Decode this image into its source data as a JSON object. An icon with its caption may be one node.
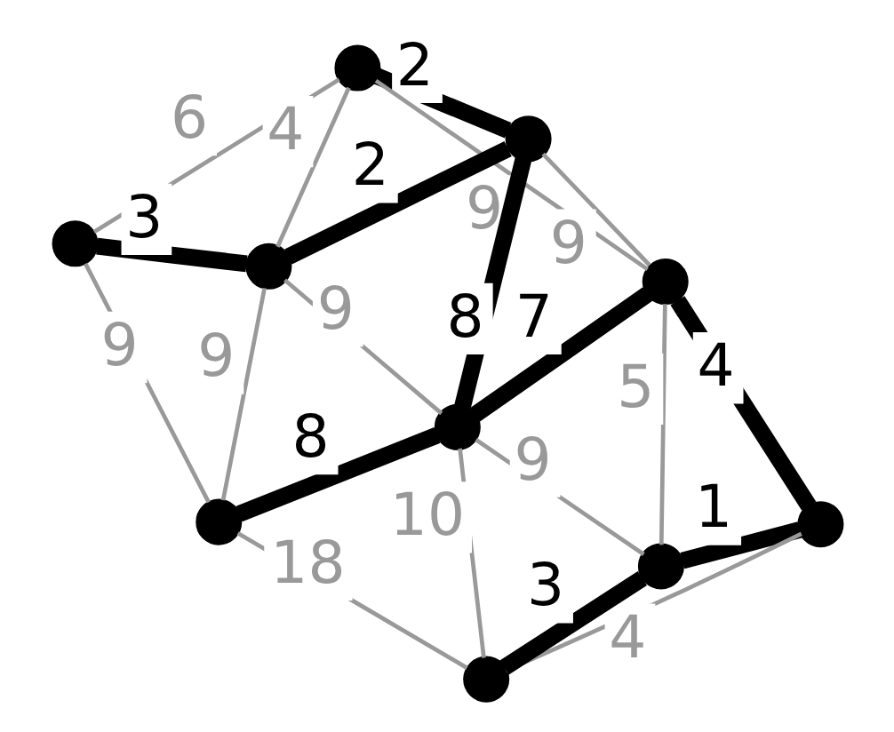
{
  "diagram": {
    "nodes": [
      {
        "text": [],
        "shape": "circle"
      },
      {
        "text": [],
        "shape": "circle"
      },
      {
        "text": [],
        "shape": "circle"
      },
      {
        "text": [],
        "shape": "circle"
      },
      {
        "text": [],
        "shape": "circle"
      },
      {
        "text": [],
        "shape": "circle"
      },
      {
        "text": [],
        "shape": "circle"
      },
      {
        "text": [],
        "shape": "circle"
      },
      {
        "text": [],
        "shape": "circle"
      },
      {
        "text": [],
        "shape": "circle"
      }
    ],
    "edges": [
      {
        "from": 1,
        "to": 3,
        "arrow": "none",
        "label": "2",
        "style": "thick",
        "color": "#000000"
      },
      {
        "from": 3,
        "to": 2,
        "arrow": "none",
        "label": "2",
        "style": "thick",
        "color": "#000000"
      },
      {
        "from": 2,
        "to": 0,
        "arrow": "none",
        "label": "3",
        "style": "thick",
        "color": "#000000"
      },
      {
        "from": 3,
        "to": 6,
        "arrow": "none",
        "label": "8",
        "style": "thick",
        "color": "#000000"
      },
      {
        "from": 5,
        "to": 6,
        "arrow": "none",
        "label": "7",
        "style": "thick",
        "color": "#000000"
      },
      {
        "from": 5,
        "to": 7,
        "arrow": "none",
        "label": "4",
        "style": "thick",
        "color": "#000000"
      },
      {
        "from": 7,
        "to": 8,
        "arrow": "none",
        "label": "1",
        "style": "thick",
        "color": "#000000"
      },
      {
        "from": 8,
        "to": 9,
        "arrow": "none",
        "label": "3",
        "style": "thick",
        "color": "#000000"
      },
      {
        "from": 6,
        "to": 4,
        "arrow": "none",
        "label": "8",
        "style": "thick",
        "color": "#000000"
      },
      {
        "from": 1,
        "to": 5,
        "arrow": "none",
        "label": "9"
      },
      {
        "from": 3,
        "to": 5,
        "arrow": "none",
        "label": "9"
      },
      {
        "from": 1,
        "to": 0,
        "arrow": "none",
        "label": "6"
      },
      {
        "from": 1,
        "to": 2,
        "arrow": "none",
        "label": "4"
      },
      {
        "from": 2,
        "to": 6,
        "arrow": "none",
        "label": "9"
      },
      {
        "from": 2,
        "to": 4,
        "arrow": "none",
        "label": "9"
      },
      {
        "from": 0,
        "to": 4,
        "arrow": "none",
        "label": "9"
      },
      {
        "from": 5,
        "to": 8,
        "arrow": "none",
        "label": "5"
      },
      {
        "from": 7,
        "to": 9,
        "arrow": "none",
        "label": "4"
      },
      {
        "from": 8,
        "to": 6,
        "arrow": "none",
        "label": "9"
      },
      {
        "from": 9,
        "to": 6,
        "arrow": "none",
        "label": "10"
      },
      {
        "from": 9,
        "to": 4,
        "arrow": "none",
        "label": "18"
      }
    ]
  }
}
